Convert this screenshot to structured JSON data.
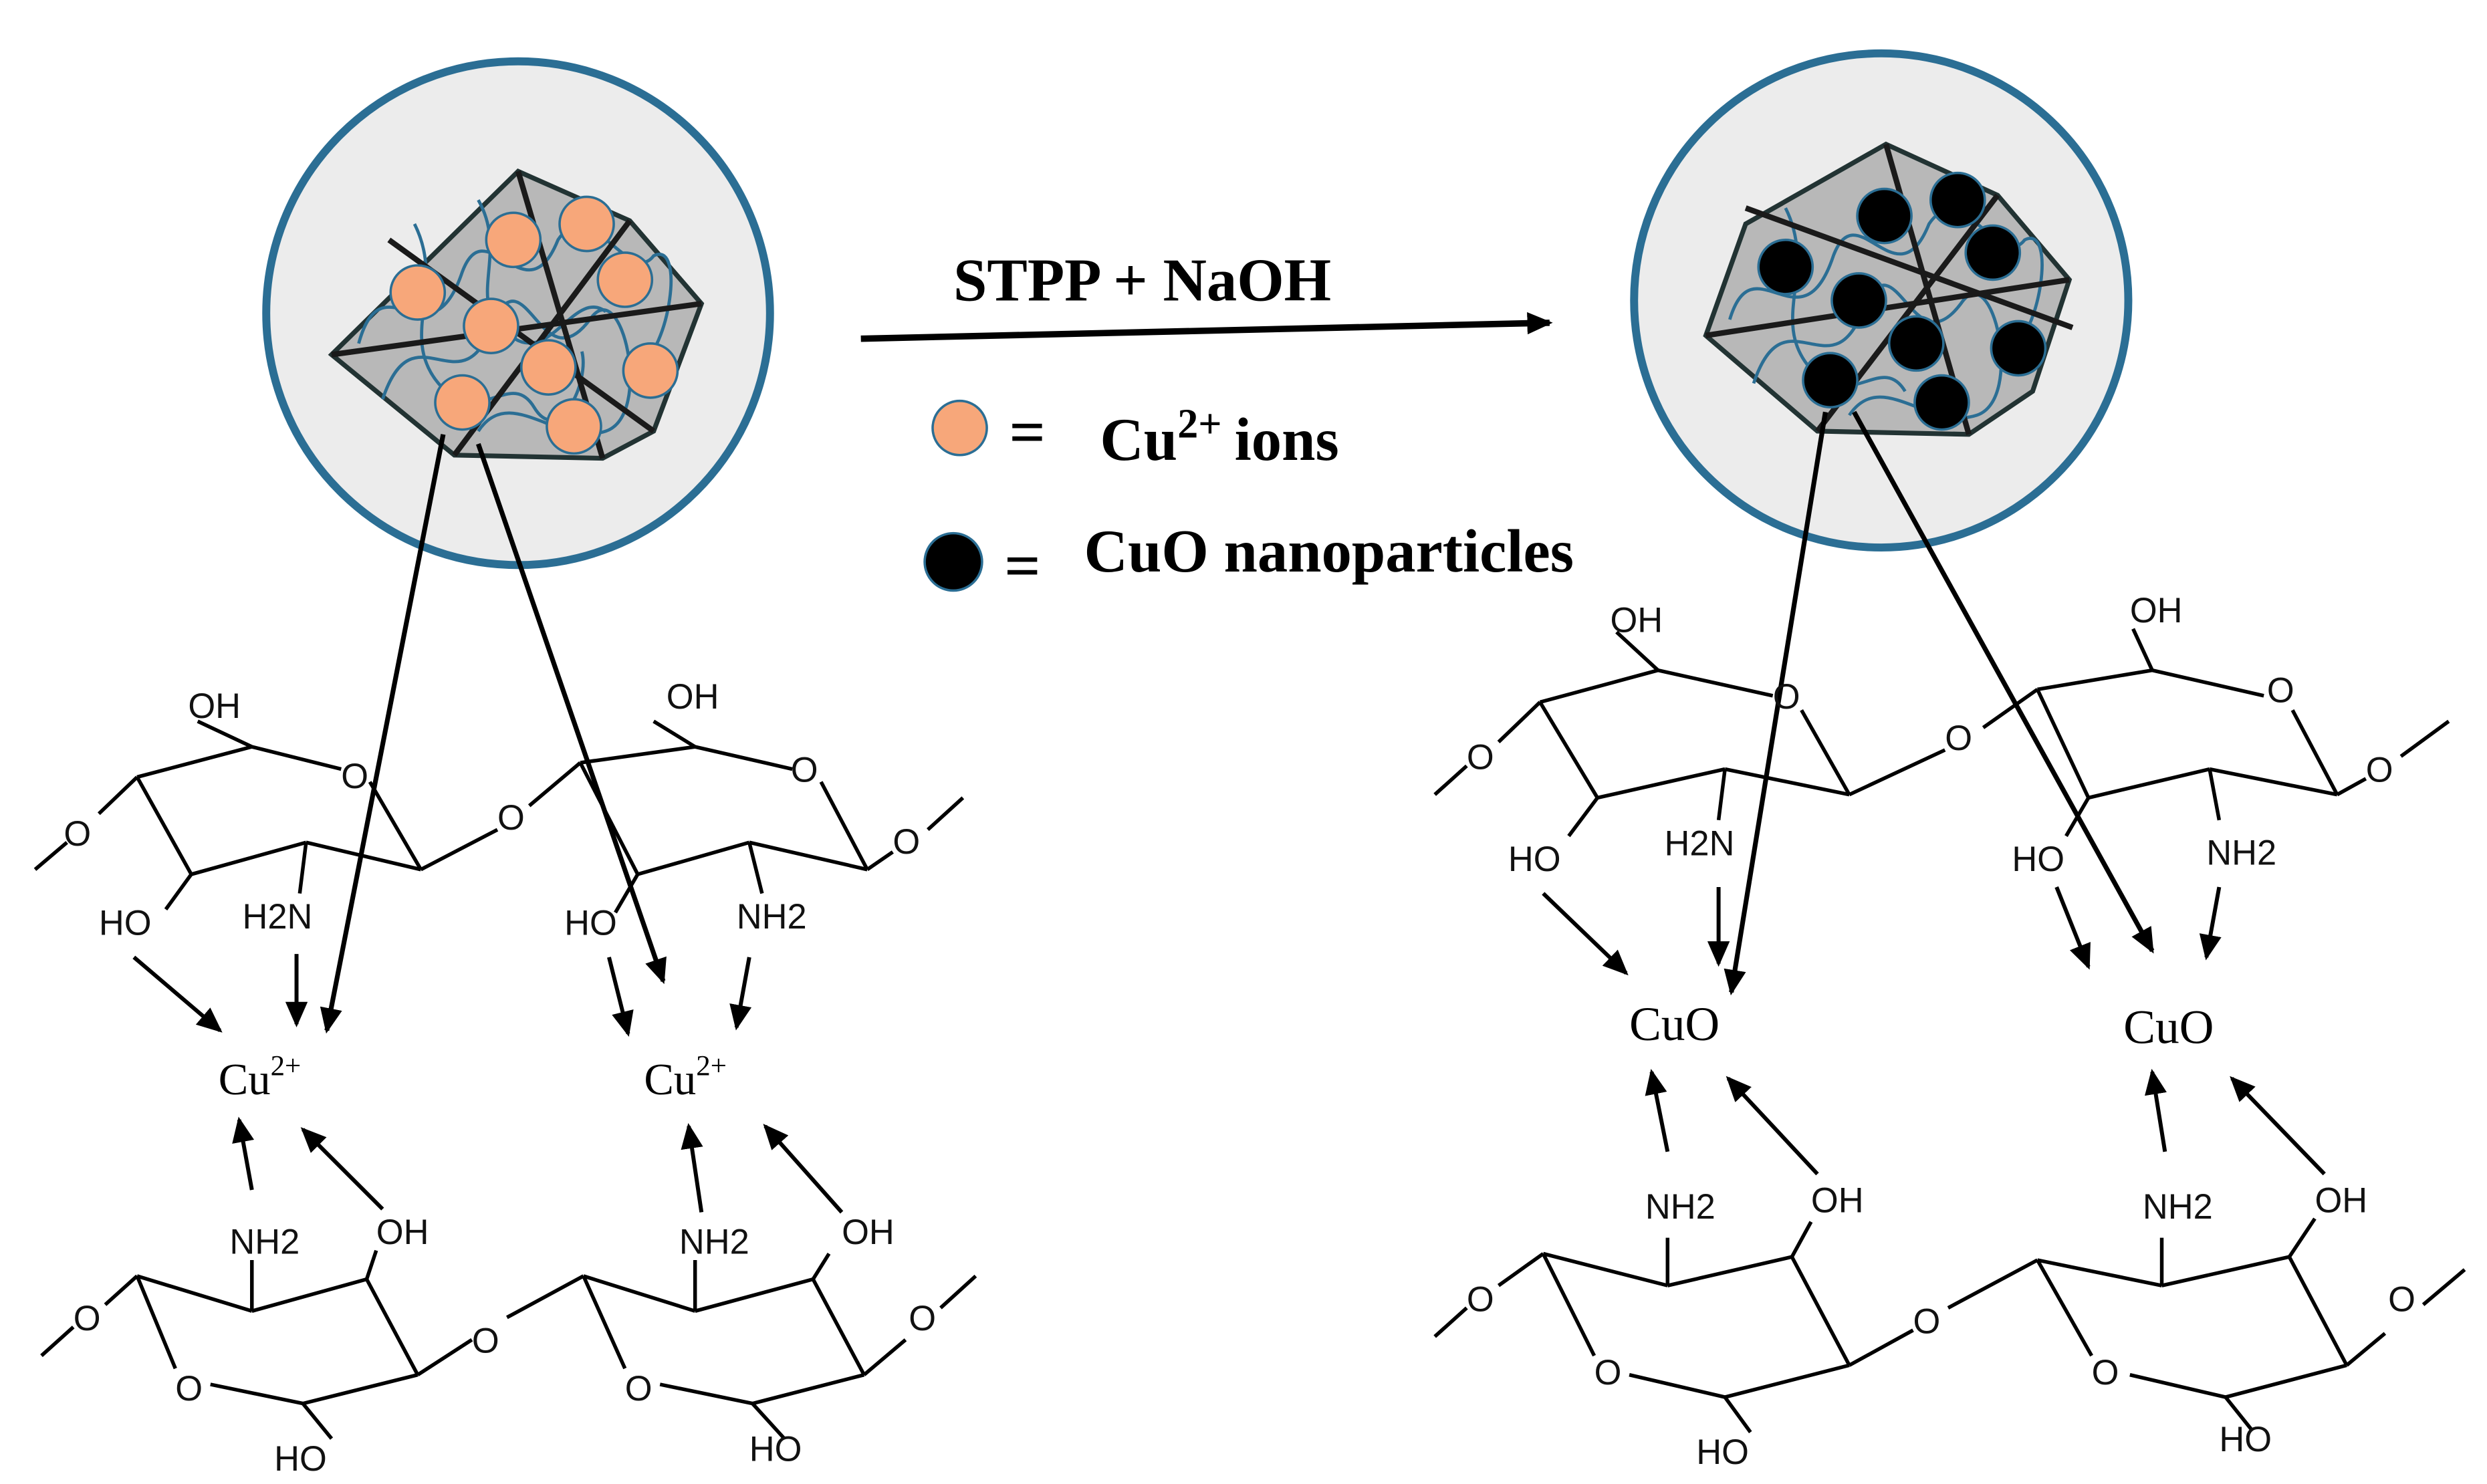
{
  "reaction": {
    "reagents": "STPP  + NaOH"
  },
  "legend": {
    "ion_symbol": "Cu",
    "ion_charge": "2+",
    "ion_suffix": "ions",
    "nanoparticle_label": "CuO nanoparticles",
    "equals": "="
  },
  "colors": {
    "ion_fill": "#f7a77a",
    "nanoparticle_fill": "#000000",
    "particle_ring": "#2b6e94",
    "particle_fill": "#ececec",
    "heptagon_fill": "#b8b8b8",
    "polymer_strands": "#2b6e94"
  },
  "left_panel": {
    "center_label_base": "Cu",
    "center_label_sup": "2+",
    "top_chain": {
      "oh_top": "OH",
      "o_ring": "O",
      "o_link": "O",
      "ho": "HO",
      "amine": "H2N",
      "amine2": "NH2"
    },
    "bottom_chain": {
      "nh2": "NH2",
      "oh": "OH",
      "o_ring": "O",
      "o_link": "O",
      "ho": "HO"
    }
  },
  "right_panel": {
    "center_label": "CuO"
  }
}
